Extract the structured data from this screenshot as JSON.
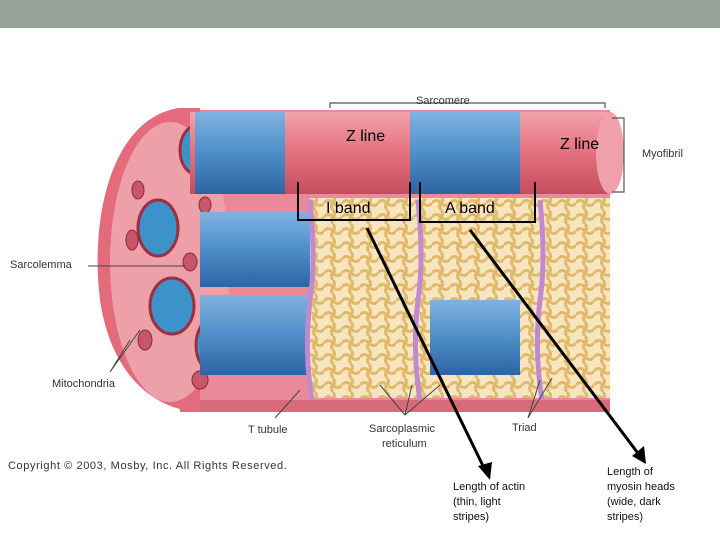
{
  "labels": {
    "sarcomere": "Sarcomere",
    "z_line_left": "Z line",
    "z_line_right": "Z line",
    "myofibril": "Myofibril",
    "i_band": "I band",
    "a_band": "A band",
    "sarcolemma": "Sarcolemma",
    "mitochondria": "Mitochondria",
    "t_tubule": "T tubule",
    "sarcoplasmic_reticulum_1": "Sarcoplasmic",
    "sarcoplasmic_reticulum_2": "reticulum",
    "triad": "Triad",
    "copyright": "Copyright © 2003, Mosby, Inc. All Rights Reserved."
  },
  "notes": {
    "actin": [
      "Length of actin",
      "(thin, light",
      "stripes)"
    ],
    "myosin": [
      "Length of",
      "myosin heads",
      "(wide, dark",
      "stripes)"
    ]
  },
  "colors": {
    "header_bar": "#97a39b",
    "muscle_pink": "#e4707d",
    "myofibril_blue": "#4f8ec9",
    "reticulum_tan": "#f0d49a",
    "mitochondria_blue": "#3d93c9"
  }
}
